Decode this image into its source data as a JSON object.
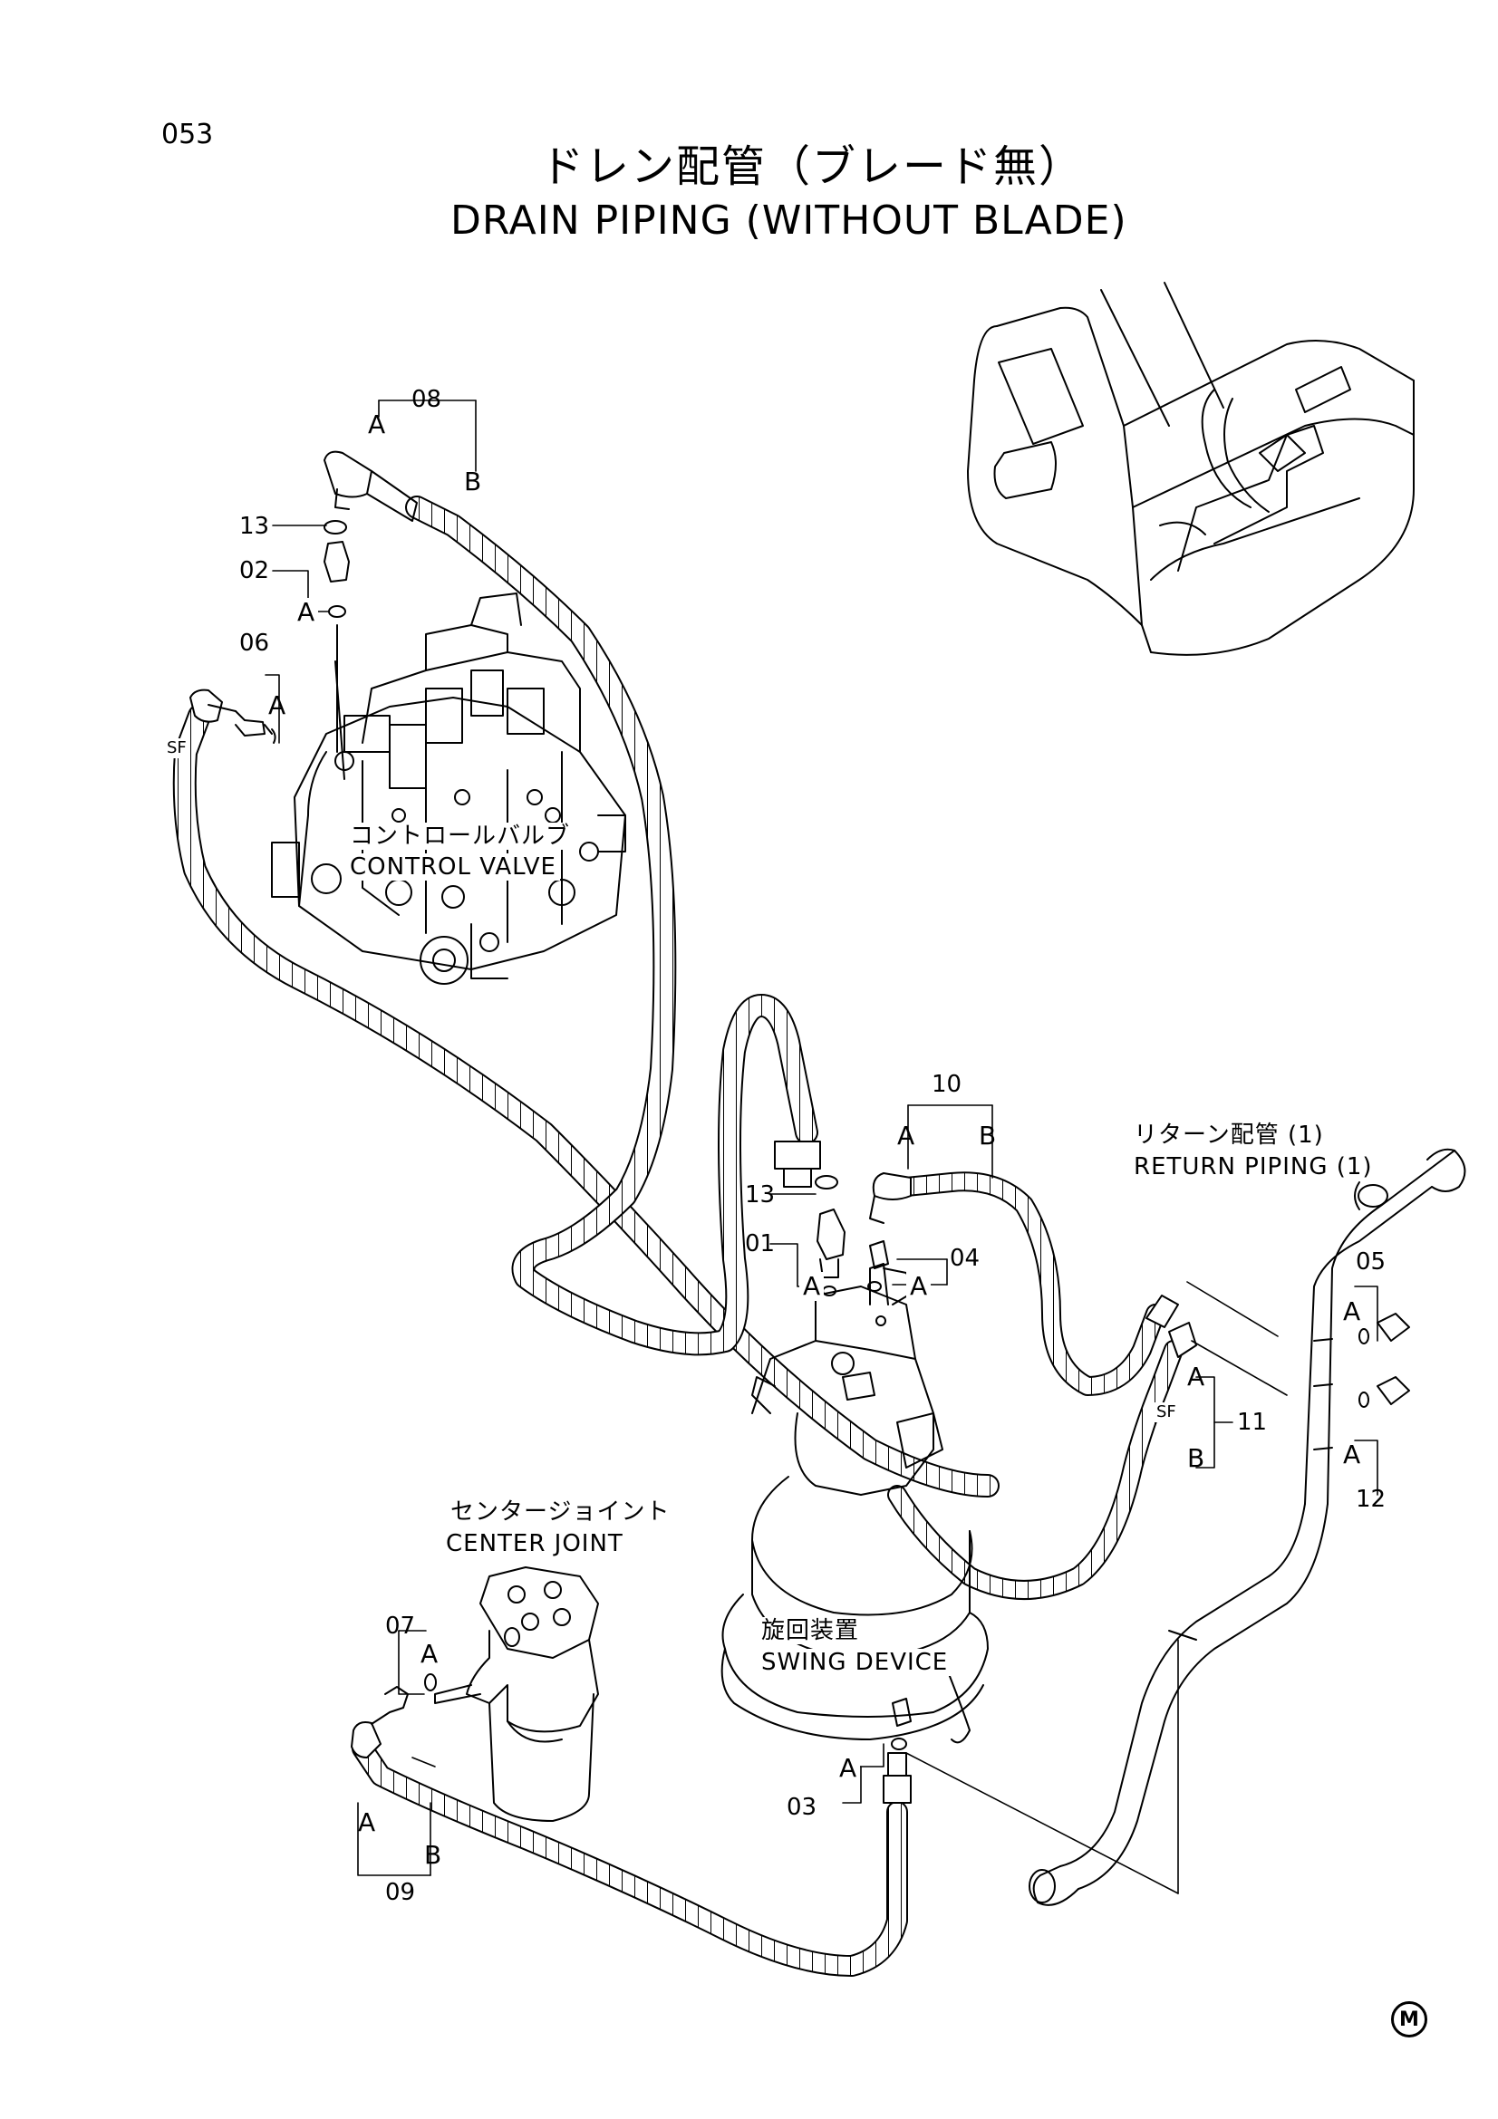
{
  "page": {
    "number": "053"
  },
  "title": {
    "japanese": "ドレン配管（ブレード無）",
    "english": "DRAIN PIPING (WITHOUT BLADE)"
  },
  "components": {
    "control_valve": {
      "jp": "コントロールバルブ",
      "en": "CONTROL VALVE"
    },
    "return_piping": {
      "jp": "リターン配管 (1)",
      "en": "RETURN PIPING (1)"
    },
    "center_joint": {
      "jp": "センタージョイント",
      "en": "CENTER JOINT"
    },
    "swing_device": {
      "jp": "旋回装置",
      "en": "SWING DEVICE"
    }
  },
  "part_numbers": {
    "p01": "01",
    "p02": "02",
    "p03": "03",
    "p04": "04",
    "p05": "05",
    "p06": "06",
    "p07": "07",
    "p08": "08",
    "p09": "09",
    "p10": "10",
    "p11": "11",
    "p12": "12",
    "p13": "13"
  },
  "end_labels": {
    "a": "A",
    "b": "B",
    "sf": "SF"
  },
  "stamp": "M"
}
